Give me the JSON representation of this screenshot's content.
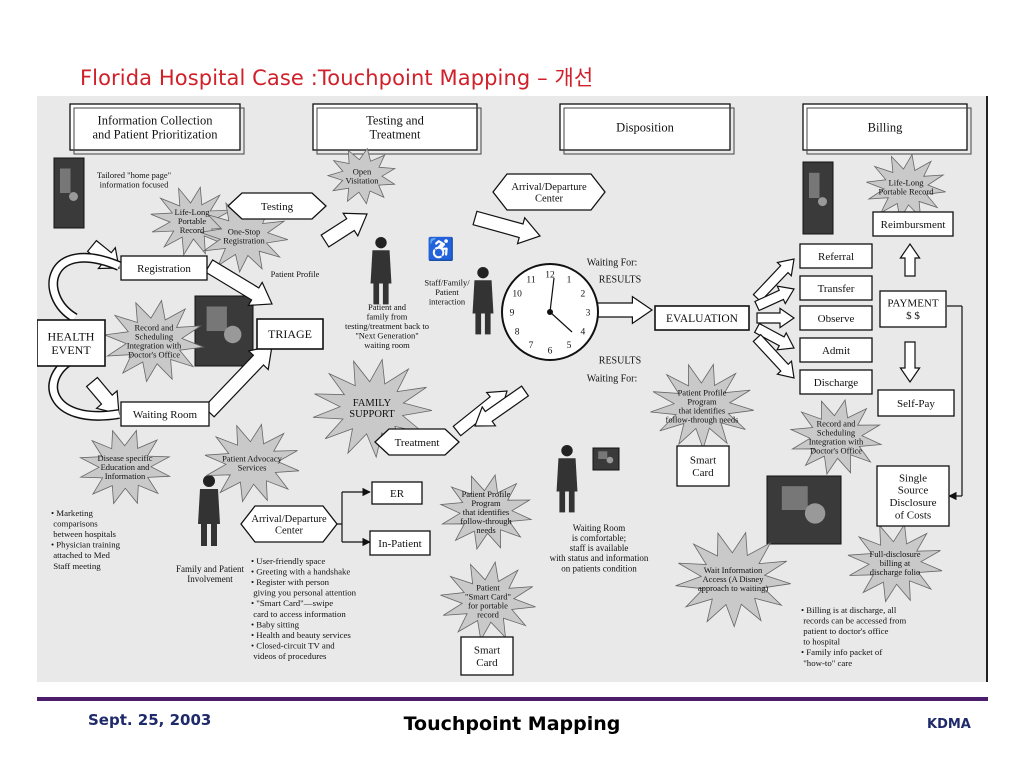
{
  "title": "Florida Hospital Case :Touchpoint Mapping – 개선",
  "phases": [
    "Information Collection and Patient Prioritization",
    "Testing and Treatment",
    "Disposition",
    "Billing"
  ],
  "phase_lines": [
    [
      "Information Collection",
      "and Patient Prioritization"
    ],
    [
      "Testing and",
      "Treatment"
    ],
    [
      "Disposition"
    ],
    [
      "Billing"
    ]
  ],
  "boxes": {
    "health_event": [
      "HEALTH",
      "EVENT"
    ],
    "registration": "Registration",
    "waiting_room": "Waiting Room",
    "triage": "TRIAGE",
    "testing": "Testing",
    "treatment": "Treatment",
    "evaluation": "EVALUATION",
    "er": "ER",
    "in_patient": "In-Patient",
    "referral": "Referral",
    "transfer": "Transfer",
    "observe": "Observe",
    "admit": "Admit",
    "discharge": "Discharge",
    "reimbursment": "Reimbursment",
    "payment": [
      "PAYMENT",
      "$ $"
    ],
    "self_pay": "Self-Pay",
    "single_source": [
      "Single",
      "Source",
      "Disclosure",
      "of Costs"
    ],
    "smart_card_1": [
      "Smart",
      "Card"
    ],
    "smart_card_2": [
      "Smart",
      "Card"
    ],
    "arrival_departure_1": [
      "Arrival/Departure",
      "Center"
    ],
    "arrival_departure_2": [
      "Arrival/Departure",
      "Center"
    ]
  },
  "stars": {
    "open_visitation": [
      "Open",
      "Visitation"
    ],
    "life_long_1": [
      "Life-Long",
      "Portable",
      "Record"
    ],
    "one_stop": [
      "One-Stop",
      "Registration"
    ],
    "record_scheduling_1": [
      "Record and",
      "Scheduling",
      "Integration with",
      "Doctor's Office"
    ],
    "family_support": [
      "FAMILY",
      "SUPPORT"
    ],
    "patient_advocacy": [
      "Patient Advocacy",
      "Services"
    ],
    "disease_specific": [
      "Disease specific",
      "Education and",
      "Information"
    ],
    "profile_program_1": [
      "Patient Profile",
      "Program",
      "that identifies",
      "follow-through needs"
    ],
    "profile_program_2": [
      "Patient Profile",
      "Program",
      "that identifies",
      "follow-through",
      "needs"
    ],
    "patient_smart_card": [
      "Patient",
      "\"Smart Card\"",
      "for portable",
      "record"
    ],
    "wait_info": [
      "Wait Information",
      "Access (A Disney",
      "approach to waiting)"
    ],
    "record_scheduling_2": [
      "Record and",
      "Scheduling",
      "Integration with",
      "Doctor's Office"
    ],
    "life_long_2": [
      "Life-Long",
      "Portable Record"
    ],
    "full_disclosure": [
      "Full-disclosure",
      "billing at",
      "discharge folio"
    ]
  },
  "labels": {
    "tailored": [
      "Tailored \"home page\"",
      "information focused"
    ],
    "patient_profile": "Patient Profile",
    "patient_family": [
      "Patient and",
      "family from",
      "testing/treatment back to",
      "\"Next Generation\"",
      "waiting room"
    ],
    "staff_family": [
      "Staff/Family/",
      "Patient",
      "interaction"
    ],
    "waiting_for_top": "Waiting For:",
    "results_top": "RESULTS",
    "results_bottom": "RESULTS",
    "waiting_for_bottom": "Waiting For:",
    "waiting_room_note": [
      "Waiting Room",
      "is comfortable;",
      "staff is available",
      "with status and information",
      "on patients condition"
    ],
    "family_involvement": [
      "Family and Patient",
      "Involvement"
    ]
  },
  "bullets_left": [
    "• Marketing",
    "  comparisons",
    "  between hospitals",
    "• Physician training",
    "  attached to Med",
    "  Staff meeting"
  ],
  "bullets_middle": [
    "• User-friendly space",
    "• Greeting with a handshake",
    "• Register with person",
    "  giving you personal attention",
    "• \"Smart Card\"—swipe",
    "  card to access information",
    "• Baby sitting",
    "• Health and beauty services",
    "• Closed-circuit TV and",
    "  videos of procedures"
  ],
  "bullets_right": [
    "• Billing is at discharge, all",
    "  records can be accessed from",
    "  patient to doctor's office",
    "  to hospital",
    "• Family info packet of",
    "  \"how-to\" care"
  ],
  "clock_numbers": [
    "12",
    "1",
    "2",
    "3",
    "4",
    "5",
    "6",
    "7",
    "8",
    "9",
    "10",
    "11"
  ],
  "footer": {
    "date": "Sept. 25, 2003",
    "center": "Touchpoint Mapping",
    "org": "KDMA"
  },
  "colors": {
    "title": "#d0202a",
    "footer_rule": "#4b1d6b",
    "footer_text": "#1f2a6b",
    "scan_bg": "#e9e9e9"
  }
}
